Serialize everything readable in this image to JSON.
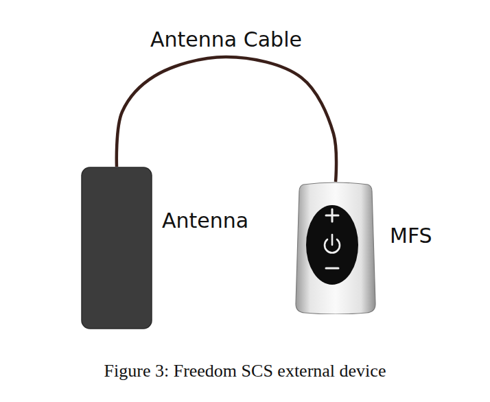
{
  "diagram": {
    "caption": "Figure 3: Freedom SCS external device",
    "nodes": [
      {
        "text": [
          "Antenna"
        ]
      },
      {
        "text": [
          "MFS"
        ]
      }
    ],
    "edges": [
      {
        "from": 0,
        "to": 1,
        "label": "Antenna Cable",
        "arrow": "none"
      }
    ]
  }
}
